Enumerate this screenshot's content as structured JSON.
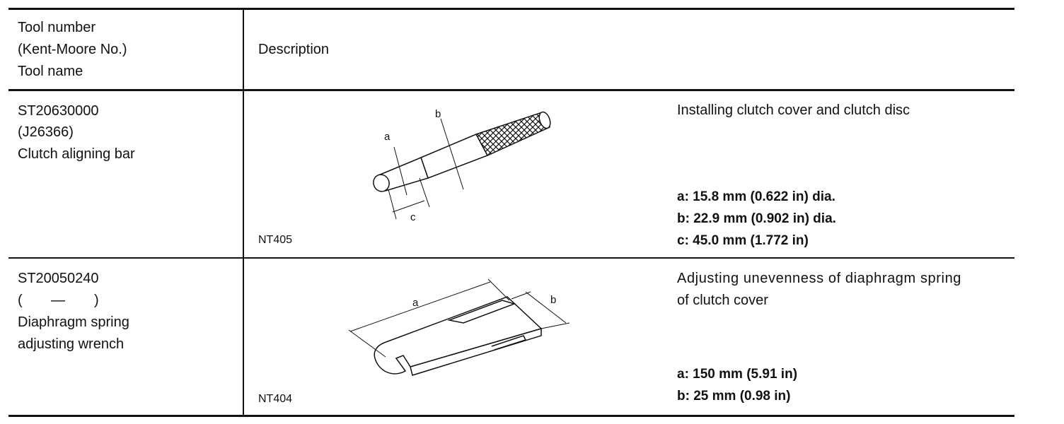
{
  "header": {
    "col1": [
      "Tool number",
      "(Kent-Moore No.)",
      "Tool name"
    ],
    "col2": "Description"
  },
  "rows": [
    {
      "tool_number": "ST20630000",
      "kent_moore": "(J26366)",
      "tool_name": "Clutch aligning bar",
      "figure_code": "NT405",
      "figure_labels": [
        "a",
        "b",
        "c"
      ],
      "description": "Installing clutch cover and clutch disc",
      "specs": [
        "a: 15.8 mm (0.622 in) dia.",
        "b: 22.9 mm (0.902 in) dia.",
        "c: 45.0 mm (1.772 in)"
      ]
    },
    {
      "tool_number": "ST20050240",
      "kent_moore_open": "(",
      "kent_moore_dash": "—",
      "kent_moore_close": ")",
      "tool_name_1": "Diaphragm spring",
      "tool_name_2": "adjusting wrench",
      "figure_code": "NT404",
      "figure_labels": [
        "a",
        "b"
      ],
      "description_1": "Adjusting unevenness of diaphragm spring",
      "description_2": "of clutch cover",
      "specs": [
        "a: 150 mm (5.91 in)",
        "b: 25 mm (0.98 in)"
      ]
    }
  ]
}
